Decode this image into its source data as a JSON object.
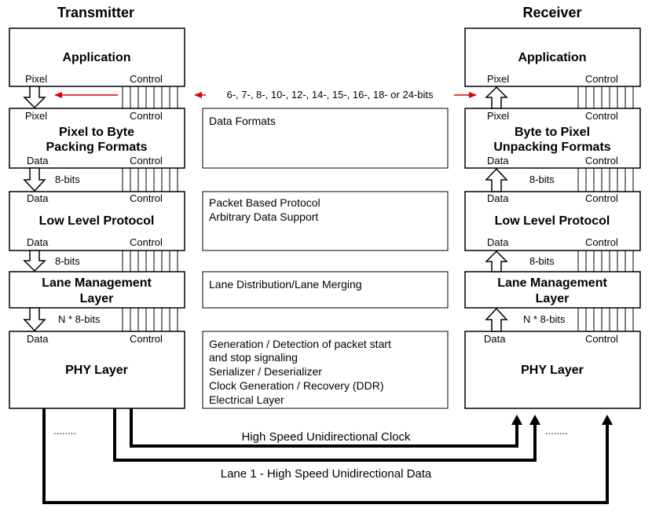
{
  "headers": {
    "transmitter": "Transmitter",
    "receiver": "Receiver"
  },
  "tx": {
    "application": "Application",
    "pixel_to_byte": [
      "Pixel to Byte",
      "Packing Formats"
    ],
    "low_level_protocol": "Low Level Protocol",
    "lane_management": [
      "Lane Management",
      "Layer"
    ],
    "phy_layer": "PHY Layer"
  },
  "rx": {
    "application": "Application",
    "byte_to_pixel": [
      "Byte to Pixel",
      "Unpacking Formats"
    ],
    "low_level_protocol": "Low Level Protocol",
    "lane_management": [
      "Lane Management",
      "Layer"
    ],
    "phy_layer": "PHY Layer"
  },
  "port_labels": {
    "pixel": "Pixel",
    "control": "Control",
    "data": "Data"
  },
  "link_labels": {
    "bits8": "8-bits",
    "n_bits8": "N * 8-bits"
  },
  "bit_widths": "6-, 7-, 8-, 10-, 12-, 14-, 15-, 16-, 18- or 24-bits",
  "middle": {
    "data_formats": [
      "Data Formats"
    ],
    "protocol": [
      "Packet Based Protocol",
      "Arbitrary Data Support"
    ],
    "lane": [
      "Lane Distribution/Lane Merging"
    ],
    "phy": [
      "Generation / Detection of packet start",
      "and stop signaling",
      "Serializer / Deserializer",
      "Clock Generation / Recovery (DDR)",
      "Electrical Layer"
    ]
  },
  "links": {
    "clock": "High Speed Unidirectional Clock",
    "lane1": "Lane 1 - High Speed Unidirectional Data",
    "ellipsis": "........"
  },
  "colors": {
    "accent": "#e00000",
    "line": "#000000"
  }
}
